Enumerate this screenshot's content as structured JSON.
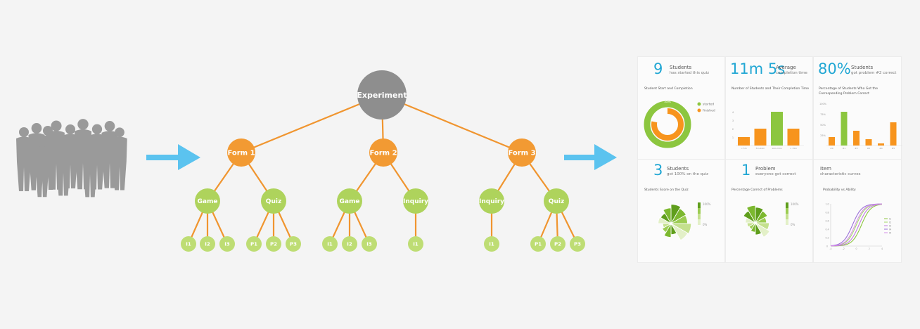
{
  "tree": {
    "root": {
      "label": "Experiment"
    },
    "forms": [
      {
        "label": "Form 1",
        "children": [
          {
            "label": "Game",
            "leaves": [
              "I1",
              "I2",
              "I3"
            ]
          },
          {
            "label": "Quiz",
            "leaves": [
              "P1",
              "P2",
              "P3"
            ]
          }
        ]
      },
      {
        "label": "Form 2",
        "children": [
          {
            "label": "Game",
            "leaves": [
              "I1",
              "I2",
              "I3"
            ]
          },
          {
            "label": "Inquiry",
            "leaves": [
              "I1"
            ]
          }
        ]
      },
      {
        "label": "Form 3",
        "children": [
          {
            "label": "Inquiry",
            "leaves": [
              "I1"
            ]
          },
          {
            "label": "Quiz",
            "leaves": [
              "P1",
              "P2",
              "P3"
            ]
          }
        ]
      }
    ]
  },
  "colors": {
    "root": "#8e8e8e",
    "form": "#f29a33",
    "child": "#aed35c",
    "leaf": "#bedd74",
    "edge": "#f0952f",
    "arrow": "#5bc3ef",
    "people": "#9a9a9a",
    "accent": "#22a7d4",
    "green": "#8cc63f",
    "orange": "#f7941d"
  },
  "dashboard": {
    "stats": [
      {
        "value": "9",
        "line1": "Students",
        "line2": "has started this quiz"
      },
      {
        "value": "11m 5s",
        "line1": "Average",
        "line2": "completion time"
      },
      {
        "value": "80%",
        "line1": "Students",
        "line2": "got problem #2 correct"
      },
      {
        "value": "3",
        "line1": "Students",
        "line2": "got 100% on the quiz"
      },
      {
        "value": "1",
        "line1": "Problem",
        "line2": "everyone got correct"
      },
      {
        "value": "",
        "line1": "Item",
        "line2": "characteristic curves"
      }
    ],
    "chart_titles": [
      "Student Start and Completion",
      "Number of Students and Their Completion Time",
      "Percentage of Students Who Got the Corresponding Problem Correct",
      "Students Score on the Quiz",
      "Percentage Correct of Problems",
      "Probability vs Ability"
    ]
  },
  "chart_data": [
    {
      "type": "pie",
      "title": "Student Start and Completion",
      "labels": [
        "started",
        "finished"
      ],
      "values": [
        100,
        78
      ],
      "center_label": "100%"
    },
    {
      "type": "bar",
      "title": "Number of Students and Their Completion Time",
      "categories": [
        "< 5m",
        "5m-10m",
        "10m-15m",
        "> 15m"
      ],
      "values": [
        1,
        2,
        4,
        2
      ],
      "y_ticks": [
        "4",
        "3",
        "2",
        "1"
      ],
      "highlight_index": 2
    },
    {
      "type": "bar",
      "title": "Percentage of Students Who Got the Corresponding Problem Correct",
      "categories": [
        "#0",
        "#1",
        "#2",
        "#3",
        "#4",
        "#5"
      ],
      "values": [
        20,
        80,
        35,
        15,
        5,
        55
      ],
      "y_ticks": [
        "100%",
        "75%",
        "50%",
        "25%"
      ],
      "highlight_index": 1
    },
    {
      "type": "pie",
      "title": "Students Score on the Quiz",
      "values": [
        0.9,
        0.8,
        0.75,
        0.95,
        0.9,
        0.45,
        0.6,
        0.4,
        0.3,
        0.55,
        0.5,
        0.7
      ],
      "scale_labels": [
        "100%",
        "0%"
      ]
    },
    {
      "type": "pie",
      "title": "Percentage Correct of Problems",
      "values": [
        0.7,
        0.6,
        0.45,
        0.6,
        0.75,
        0.5,
        0.35,
        0.25,
        0.3,
        0.4,
        0.6,
        0.8
      ],
      "scale_labels": [
        "100%",
        "0%"
      ]
    },
    {
      "type": "line",
      "title": "Probability vs Ability",
      "x_ticks": [
        "-4",
        "-2",
        "0",
        "2",
        "4"
      ],
      "y_ticks": [
        "1.0",
        "0.8",
        "0.6",
        "0.4",
        "0.2",
        "0"
      ],
      "series": [
        {
          "name": "I1",
          "color": "#8cc63f",
          "shift": 0.8
        },
        {
          "name": "I2",
          "color": "#a6d96a",
          "shift": 0.0
        },
        {
          "name": "I3",
          "color": "#c07be0",
          "shift": 0.4
        },
        {
          "name": "I4",
          "color": "#9a6fd8",
          "shift": -0.6
        },
        {
          "name": "I5",
          "color": "#d58fe8",
          "shift": -0.2
        }
      ]
    }
  ]
}
